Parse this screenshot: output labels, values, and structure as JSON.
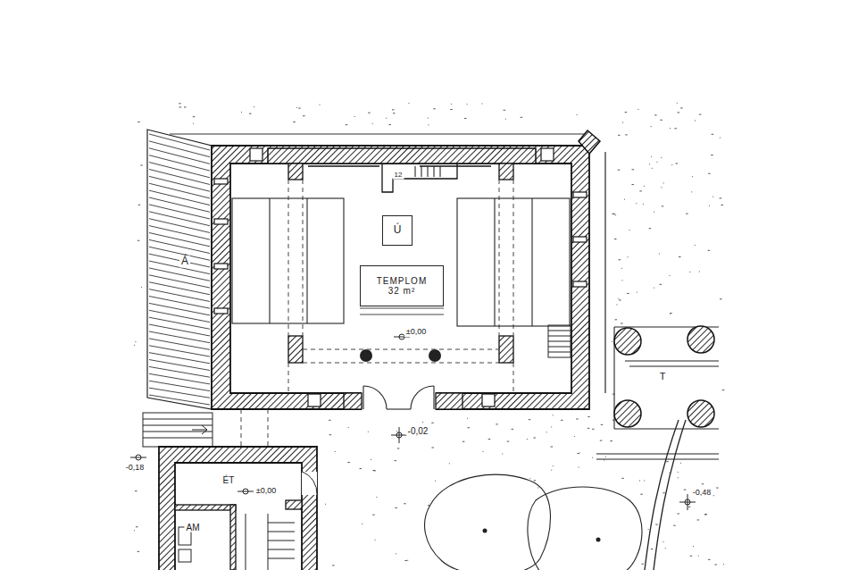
{
  "diagram": {
    "nodes": [
      {
        "text": [
          "Ú"
        ]
      },
      {
        "text": [
          "TEMPLOM",
          "32 m²"
        ]
      }
    ],
    "labels": [
      "Á",
      "12",
      "±0,00",
      "-0,02",
      "T",
      "ÉT",
      "±0,00",
      "AM",
      "-0,18",
      "-0,48"
    ]
  }
}
